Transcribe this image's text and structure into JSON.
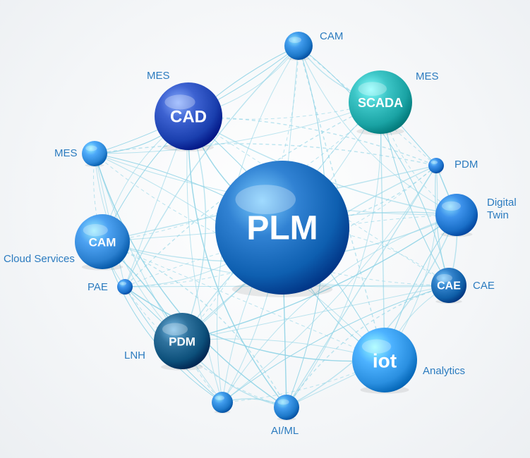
{
  "hub": {
    "label": "PLM",
    "color": "#0e5fb0"
  },
  "nodes": [
    {
      "id": "cad",
      "label": "CAD",
      "color": "#1a3fae"
    },
    {
      "id": "scada",
      "label": "SCADA",
      "color": "#1aa3a4"
    },
    {
      "id": "cam-left",
      "label": "CAM",
      "color": "#2a7fcf"
    },
    {
      "id": "pdm",
      "label": "PDM",
      "color": "#0c4f7a"
    },
    {
      "id": "iot",
      "label": "iot",
      "color": "#2a8fe0"
    },
    {
      "id": "cae",
      "label": "CAE",
      "color": "#0f5fa8"
    },
    {
      "id": "digital-twin",
      "label": "",
      "color": "#1a6fc8"
    },
    {
      "id": "cam-top",
      "label": "",
      "color": "#1d78c9"
    },
    {
      "id": "mes-left",
      "label": "",
      "color": "#2a86d6"
    },
    {
      "id": "pdm-small",
      "label": "",
      "color": "#1a6fc8"
    },
    {
      "id": "pae-small",
      "label": "",
      "color": "#1a6fc8"
    },
    {
      "id": "bottom-a",
      "label": "",
      "color": "#1d78c9"
    },
    {
      "id": "aiml",
      "label": "",
      "color": "#1d78c9"
    }
  ],
  "labels": {
    "cam_top": "CAM",
    "mes_cad": "MES",
    "mes_scada": "MES",
    "mes_left": "MES",
    "pdm_right": "PDM",
    "digital_twin_1": "Digital",
    "digital_twin_2": "Twin",
    "cloud_services": "Cloud Services",
    "pae": "PAE",
    "cae_right": "CAE",
    "lnh": "LNH",
    "analytics": "Analytics",
    "aiml": "AI/ML"
  },
  "colors": {
    "line": "#8fd3e6",
    "label": "#2b7bbf"
  }
}
